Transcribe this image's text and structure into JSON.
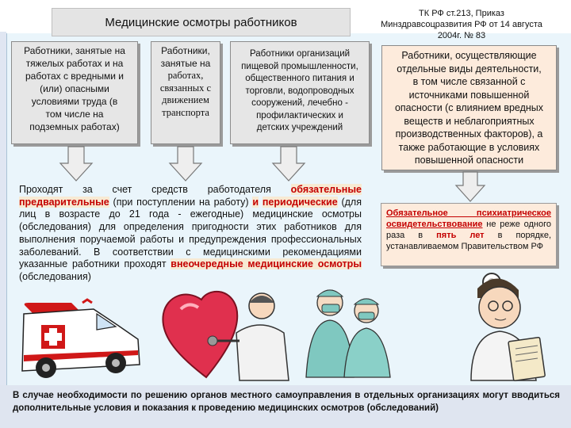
{
  "title": "Медицинские осмотры работников",
  "reference": {
    "line1": "ТК РФ ст.213, Приказ",
    "line2": "Минздравсоцразвития РФ от 14 августа",
    "line3": "2004г. № 83"
  },
  "categories": [
    {
      "lines": [
        "Работники, занятые на",
        "тяжелых работах и на",
        "работах с вредными и",
        "(или) опасными",
        "условиями труда (в",
        "том числе на",
        "подземных работах)"
      ]
    },
    {
      "lines": [
        "Работники,",
        "занятые на",
        "работах,",
        "связанных с",
        "движением",
        "транспорта"
      ]
    },
    {
      "lines": [
        "Работники организаций",
        "пищевой промышленности,",
        "общественного питания и",
        "торговли, водопроводных",
        "сооружений, лечебно -",
        "профилактических и",
        "детских учреждений"
      ]
    },
    {
      "lines": [
        "Работники, осуществляющие",
        "отдельные виды деятельности,",
        "в том числе связанной с",
        "источниками повышенной",
        "опасности (с влиянием вредных",
        "веществ и неблагоприятных",
        "производственных факторов), а",
        "также работающие в условиях",
        "повышенной опасности"
      ]
    }
  ],
  "main_text": {
    "p1": "Проходят за счет средств работодателя ",
    "mandatory": "обязательные",
    "space1": " ",
    "preliminary": "предварительные",
    "p2": " (при поступлении на работу) ",
    "and": "и",
    "space2": " ",
    "periodic": "периодические",
    "p3": " (для лиц в возрасте до 21 года - ежегодные) медицинские осмотры (обследования) для определения пригодности этих работников для выполнения поручаемой работы и предупреждения профессиональных заболеваний. В соответствии с медицинскими рекомендациями указанные работники проходят ",
    "extraordinary": "внеочередные медицинские осмотры",
    "p4": " (обследования)"
  },
  "psych": {
    "head": "Обязательное психиатрическое освидетельствование",
    "mid": " не реже одного раза в ",
    "period": "пять лет",
    "tail": " в порядке, устанавливаемом Правительством РФ"
  },
  "footer": "В случае необходимости по решению органов местного самоуправления в отдельных организациях могут вводиться дополнительные условия и показания к проведению медицинских осмотров (обследований)",
  "colors": {
    "accent_red": "#c40000",
    "orange_box": "#fdebdc",
    "gray_box": "#e6e6e6",
    "panel": "#eaf5fb"
  }
}
